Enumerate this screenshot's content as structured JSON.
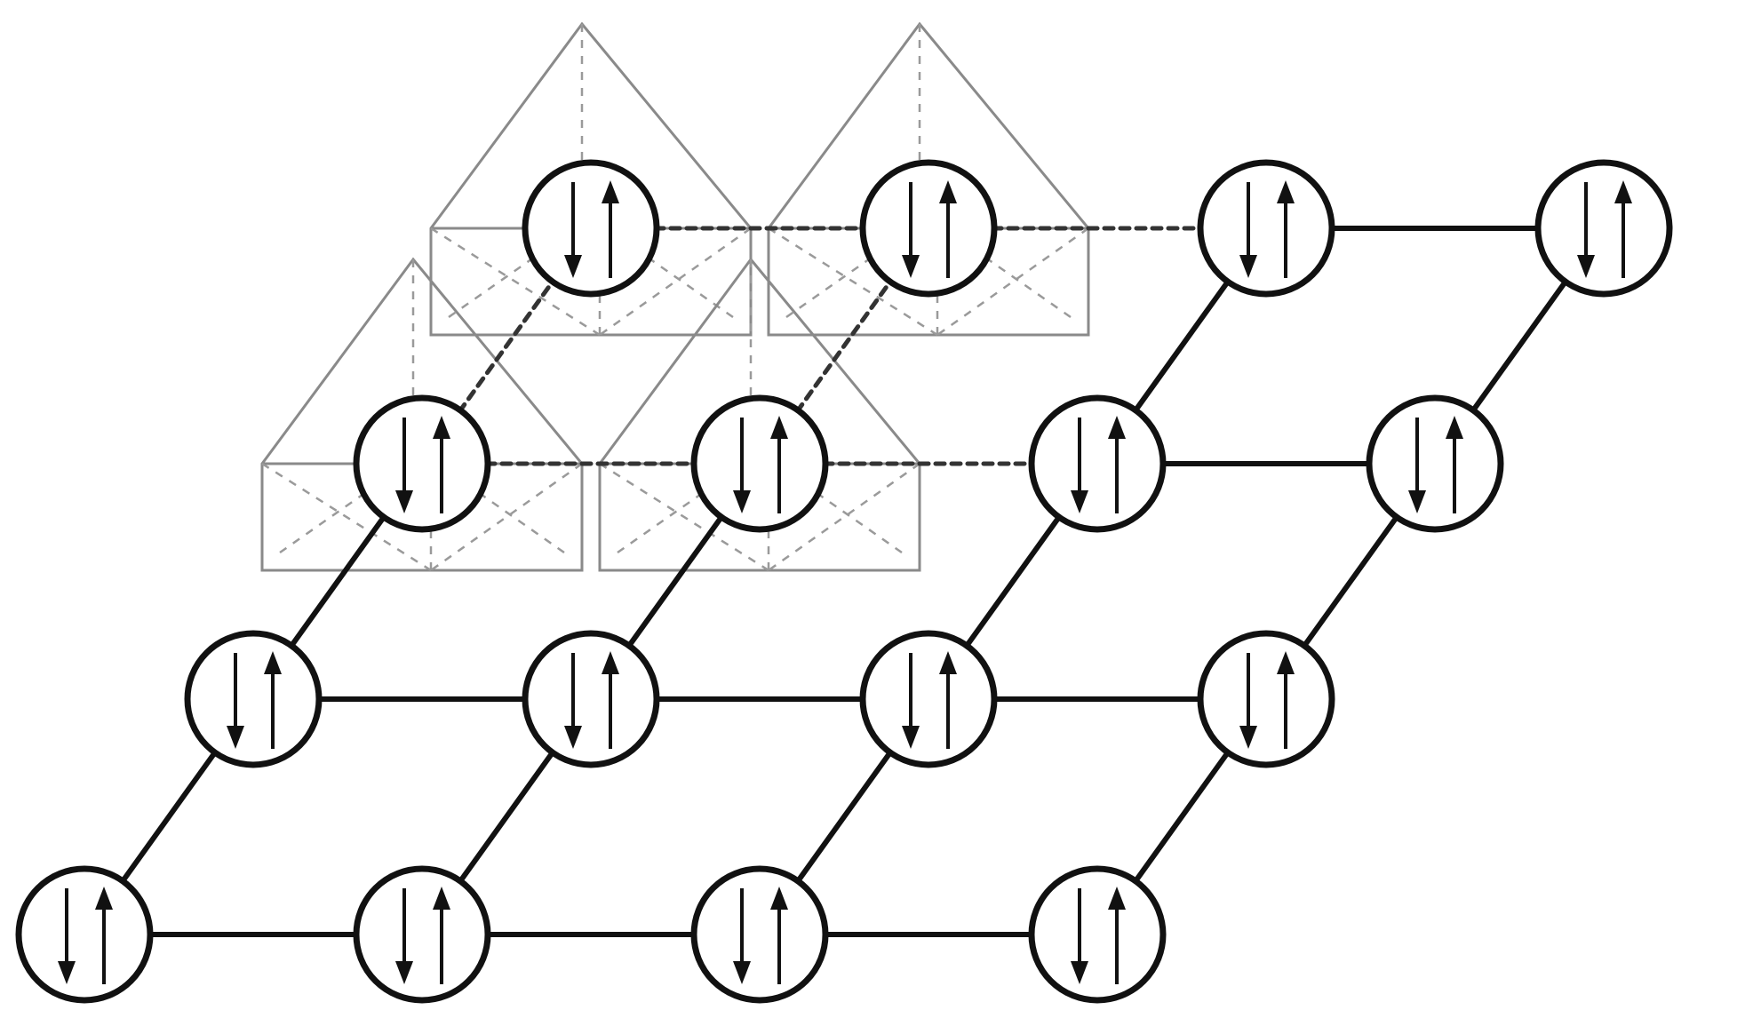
{
  "diagram": {
    "description_text": "",
    "lattice": {
      "rows": 4,
      "cols": 4,
      "site_content": "spin-down-up-pair"
    },
    "octahedra": [
      {
        "row": 3,
        "col": 0
      },
      {
        "row": 3,
        "col": 1
      },
      {
        "row": 2,
        "col": 0
      },
      {
        "row": 2,
        "col": 1
      }
    ],
    "colors": {
      "site_stroke": "#111111",
      "bond": "#111111",
      "octahedron": "#8a8a8a",
      "background": "#ffffff"
    }
  }
}
